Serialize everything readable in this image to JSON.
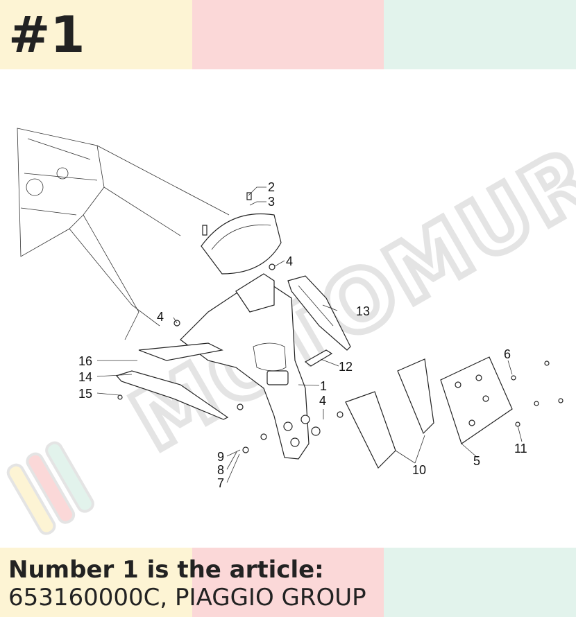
{
  "header": {
    "page_number": "#1"
  },
  "watermark": {
    "text": "MOTOMURCIA"
  },
  "diagram": {
    "callouts": [
      "1",
      "2",
      "3",
      "4",
      "4",
      "4",
      "5",
      "6",
      "7",
      "8",
      "9",
      "10",
      "11",
      "12",
      "13",
      "14",
      "15",
      "16"
    ]
  },
  "caption": {
    "line1": "Number 1 is the article:",
    "line2": "653160000C, PIAGGIO GROUP"
  },
  "colors": {
    "band_yellow": "#fdf4d4",
    "band_pink": "#fbd8d8",
    "band_mint": "#e2f3ec",
    "text": "#222222"
  }
}
